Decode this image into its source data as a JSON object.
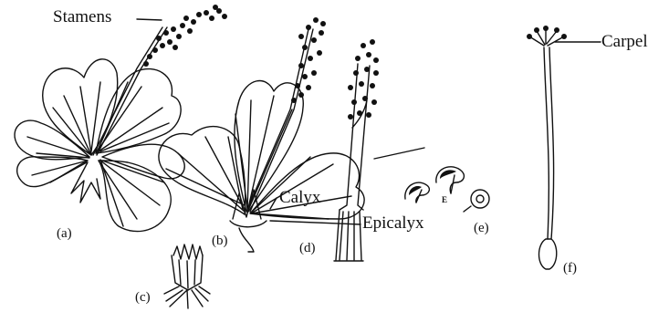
{
  "labels": {
    "stamens": "Stamens",
    "calyx": "Calyx",
    "epicalyx": "Epicalyx",
    "carpel": "Carpel",
    "e_letter": "E"
  },
  "parts": {
    "a": "(a)",
    "b": "(b)",
    "c": "(c)",
    "d": "(d)",
    "e": "(e)",
    "f": "(f)"
  },
  "colors": {
    "ink": "#111111",
    "background": "#ffffff"
  }
}
